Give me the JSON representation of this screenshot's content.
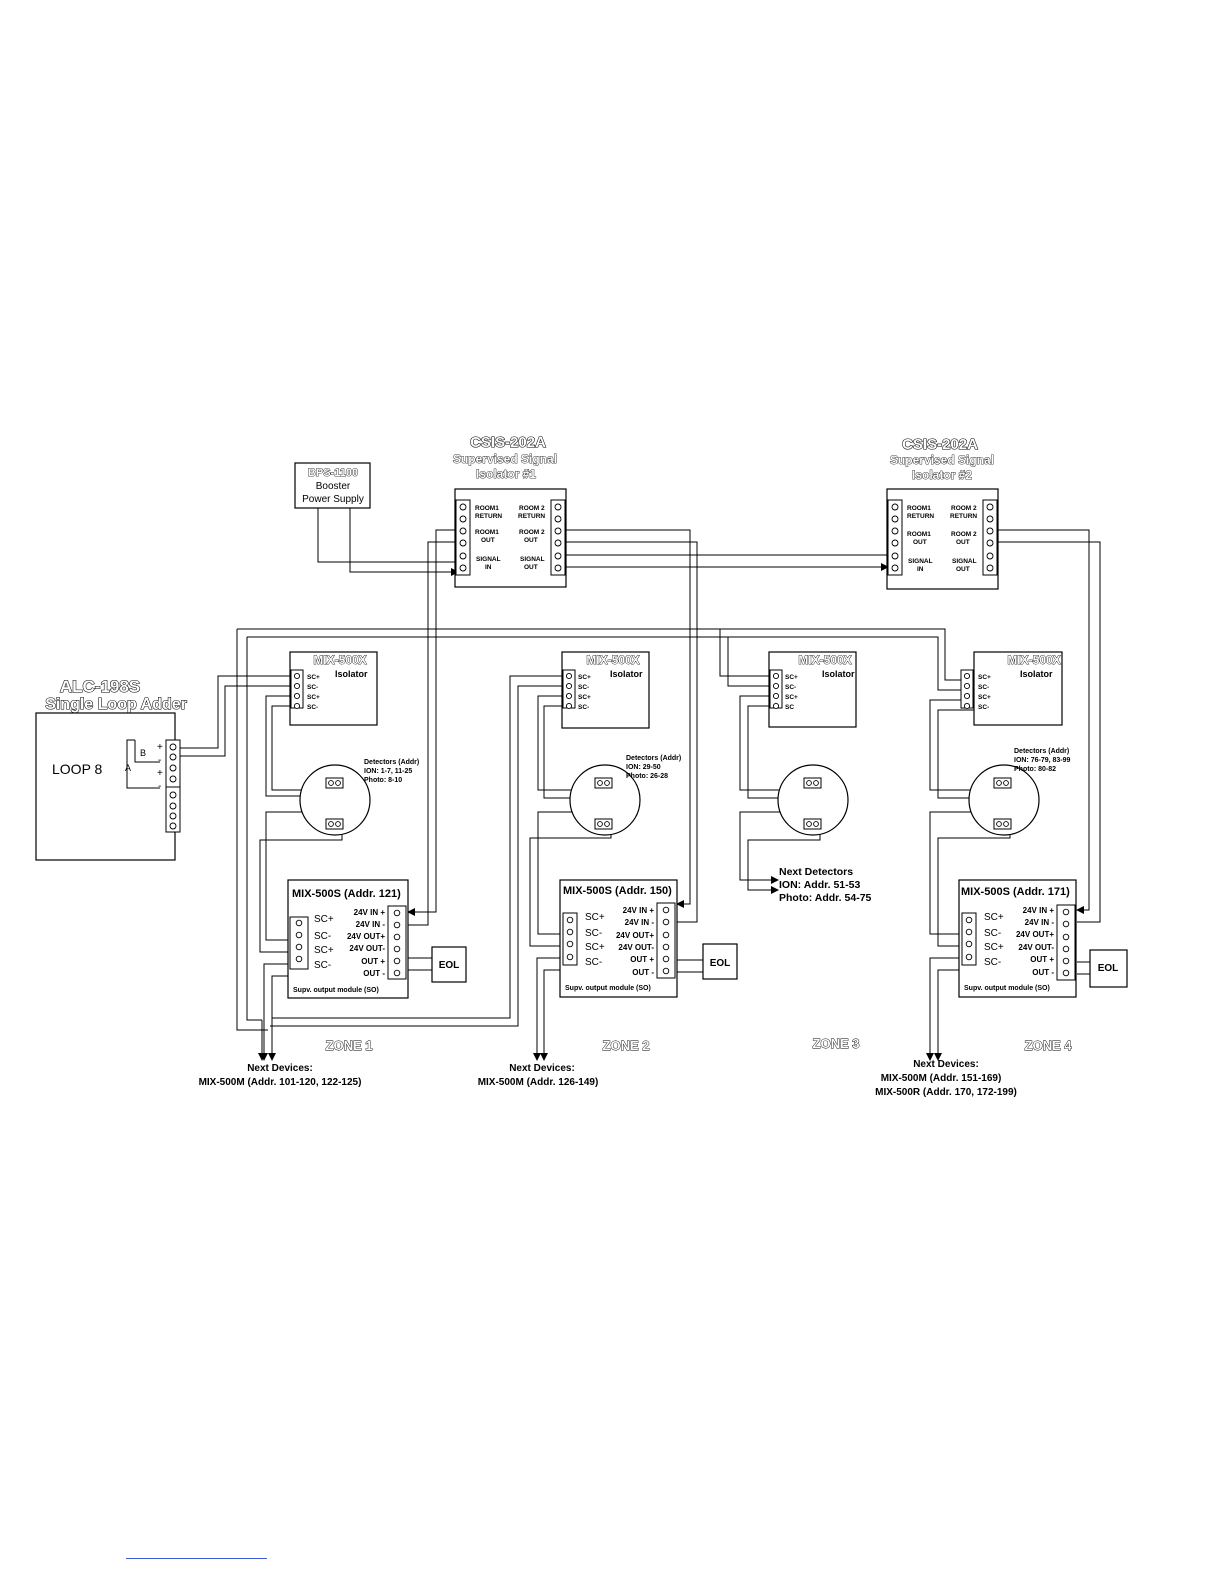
{
  "panel": {
    "title": "ALC-198S",
    "subtitle": "Single Loop Adder",
    "loop_label": "LOOP 8",
    "label_b": "B",
    "label_a": "A",
    "plus": "+",
    "minus": "-"
  },
  "power_supply": {
    "name": "BPS-1100",
    "line1": "Booster",
    "line2": "Power Supply"
  },
  "isolators": [
    {
      "title": "CSIS-202A",
      "sub1": "Supervised Signal",
      "sub2": "Isolator #1",
      "room1_return_1": "ROOM1",
      "room1_return_2": "RETURN",
      "room2_return_1": "ROOM 2",
      "room2_return_2": "RETURN",
      "room1_out_1": "ROOM1",
      "room1_out_2": "OUT",
      "room2_out_1": "ROOM 2",
      "room2_out_2": "OUT",
      "signal_in_1": "SIGNAL",
      "signal_in_2": "IN",
      "signal_out_1": "SIGNAL",
      "signal_out_2": "OUT"
    },
    {
      "title": "CSIS-202A",
      "sub1": "Supervised Signal",
      "sub2": "Isolator #2",
      "room1_return_1": "ROOM1",
      "room1_return_2": "RETURN",
      "room2_return_1": "ROOM 2",
      "room2_return_2": "RETURN",
      "room1_out_1": "ROOM1",
      "room1_out_2": "OUT",
      "room2_out_1": "ROOM 2",
      "room2_out_2": "OUT",
      "signal_in_1": "SIGNAL",
      "signal_in_2": "IN",
      "signal_out_1": "SIGNAL",
      "signal_out_2": "OUT"
    }
  ],
  "loop_isolators": [
    {
      "title": "MIX-500X",
      "sub": "Isolator",
      "t1": "SC+",
      "t2": "SC-",
      "t3": "SC+",
      "t4": "SC-"
    },
    {
      "title": "MIX-500X",
      "sub": "Isolator",
      "t1": "SC+",
      "t2": "SC-",
      "t3": "SC+",
      "t4": "SC-"
    },
    {
      "title": "MIX-500X",
      "sub": "Isolator",
      "t1": "SC+",
      "t2": "SC-",
      "t3": "SC+",
      "t4": "SC"
    },
    {
      "title": "MIX-500X",
      "sub": "Isolator",
      "t1": "SC+",
      "t2": "SC-",
      "t3": "SC+",
      "t4": "SC-"
    }
  ],
  "detectors": [
    {
      "l1": "Detectors (Addr)",
      "l2": "ION: 1-7, 11-25",
      "l3": "Photo: 8-10"
    },
    {
      "l1": "Detectors (Addr)",
      "l2": "ION: 29-50",
      "l3": "Photo: 26-28"
    },
    {
      "l1": "Next Detectors",
      "l2": "ION: Addr. 51-53",
      "l3": "Photo: Addr. 54-75"
    },
    {
      "l1": "Detectors (Addr)",
      "l2": "ION: 76-79, 83-99",
      "l3": "Photo: 80-82"
    }
  ],
  "output_modules": [
    {
      "title": "MIX-500S (Addr. 121)",
      "footer": "Supv. output module  (SO)"
    },
    {
      "title": "MIX-500S (Addr. 150)",
      "footer": "Supv. output module  (SO)"
    },
    {
      "title": "MIX-500S (Addr. 171)",
      "footer": "Supv. output module  (SO)"
    }
  ],
  "output_terminals": {
    "left": [
      "SC+",
      "SC-",
      "SC+",
      "SC-"
    ],
    "right": [
      "24V IN  +",
      "24V IN  -",
      "24V OUT+",
      "24V OUT-",
      "OUT +",
      "OUT -"
    ]
  },
  "eol": "EOL",
  "zones": [
    "ZONE 1",
    "ZONE 2",
    "ZONE 3",
    "ZONE 4"
  ],
  "next_devices": [
    {
      "l1": "Next Devices:",
      "l2": "MIX-500M (Addr. 101-120, 122-125)"
    },
    {
      "l1": "Next Devices:",
      "l2": "MIX-500M (Addr. 126-149)"
    },
    {
      "l1": "Next Devices:",
      "l2": "MIX-500M (Addr. 151-169)",
      "l3": "MIX-500R (Addr. 170, 172-199)"
    }
  ]
}
